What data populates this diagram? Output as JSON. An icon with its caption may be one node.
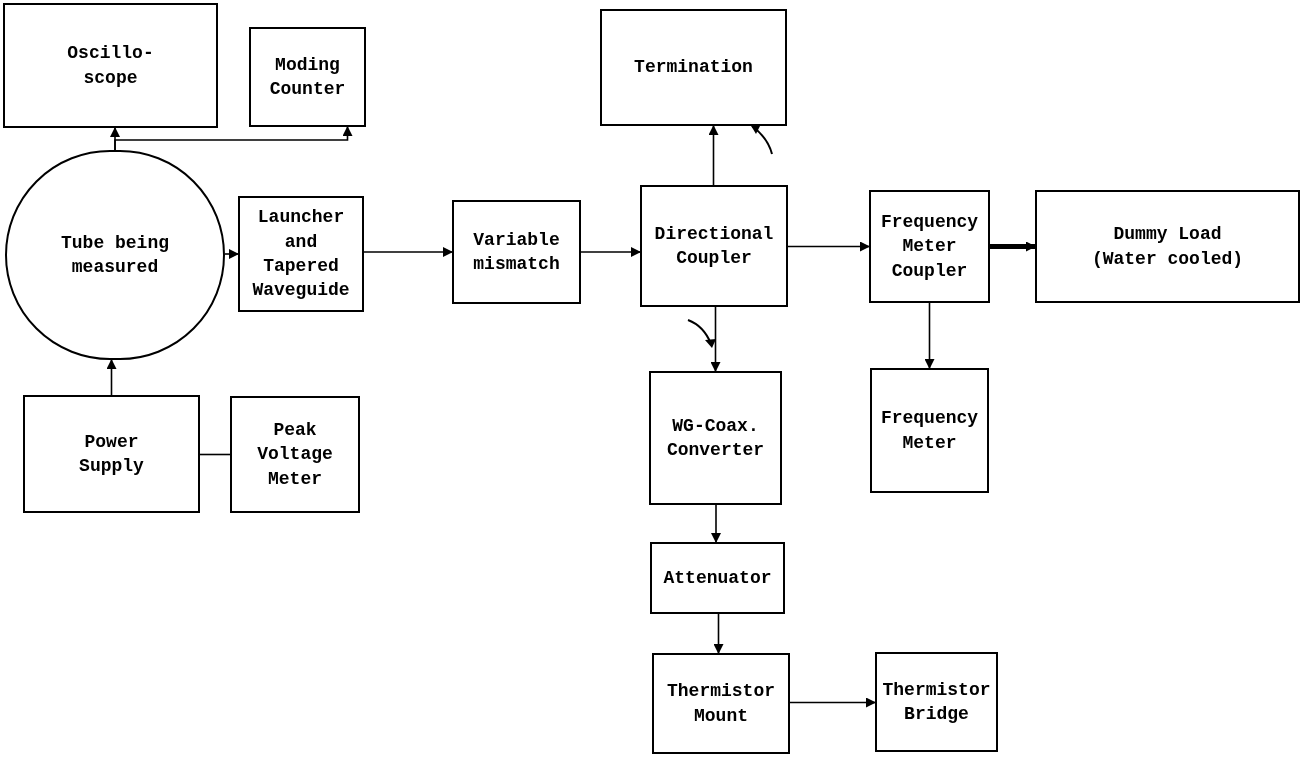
{
  "diagram": {
    "nodes": [
      {
        "text": [
          "Oscillo- scope"
        ]
      },
      {
        "text": [
          "Moding Counter"
        ]
      },
      {
        "text": [
          "Termination"
        ]
      },
      {
        "text": [
          "Tube being measured"
        ]
      },
      {
        "text": [
          "Launcher and Tapered Waveguide"
        ]
      },
      {
        "text": [
          "Variable mismatch"
        ]
      },
      {
        "text": [
          "Directional Coupler"
        ]
      },
      {
        "text": [
          "Frequency Meter Coupler"
        ]
      },
      {
        "text": [
          "Dummy Load (Water cooled)"
        ]
      },
      {
        "text": [
          "Power Supply"
        ]
      },
      {
        "text": [
          "Peak Voltage Meter"
        ]
      },
      {
        "text": [
          "WG-Coax. Converter"
        ]
      },
      {
        "text": [
          "Frequency Meter"
        ]
      },
      {
        "text": [
          "Attenuator"
        ]
      },
      {
        "text": [
          "Thermistor Mount"
        ]
      },
      {
        "text": [
          "Thermistor Bridge"
        ]
      }
    ],
    "edges": [
      {
        "from": 3,
        "to": 0,
        "arrow": "to"
      },
      {
        "from": 3,
        "to": 1,
        "arrow": "to"
      },
      {
        "from": 3,
        "to": 4,
        "arrow": "to"
      },
      {
        "from": 4,
        "to": 5,
        "arrow": "to"
      },
      {
        "from": 5,
        "to": 6,
        "arrow": "to"
      },
      {
        "from": 6,
        "to": 2,
        "arrow": "to"
      },
      {
        "from": 6,
        "to": 7,
        "arrow": "to"
      },
      {
        "from": 7,
        "to": 8,
        "arrow": "to",
        "style": "thick"
      },
      {
        "from": 6,
        "to": 11,
        "arrow": "to"
      },
      {
        "from": 7,
        "to": 12,
        "arrow": "to"
      },
      {
        "from": 11,
        "to": 13,
        "arrow": "to"
      },
      {
        "from": 13,
        "to": 14,
        "arrow": "to"
      },
      {
        "from": 14,
        "to": 15,
        "arrow": "to"
      },
      {
        "from": 9,
        "to": 3,
        "arrow": "to"
      },
      {
        "from": 9,
        "to": 10,
        "arrow": "none"
      }
    ]
  }
}
